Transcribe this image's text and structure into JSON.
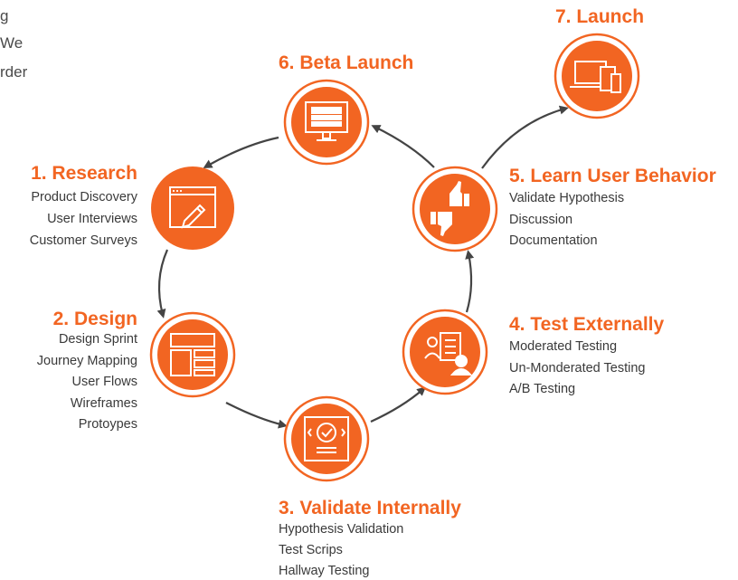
{
  "intro_fragments": [
    "g",
    "We",
    "rder"
  ],
  "colors": {
    "accent": "#f26522",
    "arrow": "#444444",
    "text": "#3a3a3a"
  },
  "steps": [
    {
      "title": "1. Research",
      "items": [
        "Product Discovery",
        "User Interviews",
        "Customer Surveys"
      ],
      "icon": "browser-pencil-icon",
      "filled": true
    },
    {
      "title": "2. Design",
      "items": [
        "Design Sprint",
        "Journey Mapping",
        "User Flows",
        "Wireframes",
        "Protoypes"
      ],
      "icon": "wireframe-layout-icon",
      "filled": false
    },
    {
      "title": "3. Validate Internally",
      "items": [
        "Hypothesis Validation",
        "Test Scrips",
        "Hallway Testing"
      ],
      "icon": "checkmark-validation-icon",
      "filled": false
    },
    {
      "title": "4. Test Externally",
      "items": [
        "Moderated Testing",
        "Un-Monderated Testing",
        "A/B Testing"
      ],
      "icon": "user-testing-clipboard-icon",
      "filled": false
    },
    {
      "title": "5. Learn User Behavior",
      "items": [
        "Validate Hypothesis",
        "Discussion",
        "Documentation"
      ],
      "icon": "thumbs-up-down-icon",
      "filled": false
    },
    {
      "title": "6. Beta Launch",
      "items": [],
      "icon": "monitor-website-icon",
      "filled": false
    },
    {
      "title": "7. Launch",
      "items": [],
      "icon": "multi-device-icon",
      "filled": false
    }
  ]
}
